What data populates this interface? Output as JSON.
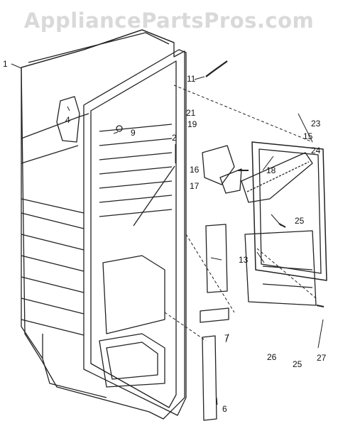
{
  "watermark": "AppliancePartsPros.com",
  "parts": [
    {
      "id": "1",
      "label": "1"
    },
    {
      "id": "2",
      "label": "2"
    },
    {
      "id": "4",
      "label": "4"
    },
    {
      "id": "6",
      "label": "6"
    },
    {
      "id": "7",
      "label": "7"
    },
    {
      "id": "9",
      "label": "9"
    },
    {
      "id": "11",
      "label": "11"
    },
    {
      "id": "13",
      "label": "13"
    },
    {
      "id": "15",
      "label": "15"
    },
    {
      "id": "16",
      "label": "16"
    },
    {
      "id": "17",
      "label": "17"
    },
    {
      "id": "18",
      "label": "18"
    },
    {
      "id": "19",
      "label": "19"
    },
    {
      "id": "21",
      "label": "21"
    },
    {
      "id": "23",
      "label": "23"
    },
    {
      "id": "24",
      "label": "24"
    },
    {
      "id": "25a",
      "label": "25"
    },
    {
      "id": "25b",
      "label": "25"
    },
    {
      "id": "26",
      "label": "26"
    },
    {
      "id": "27",
      "label": "27"
    }
  ]
}
